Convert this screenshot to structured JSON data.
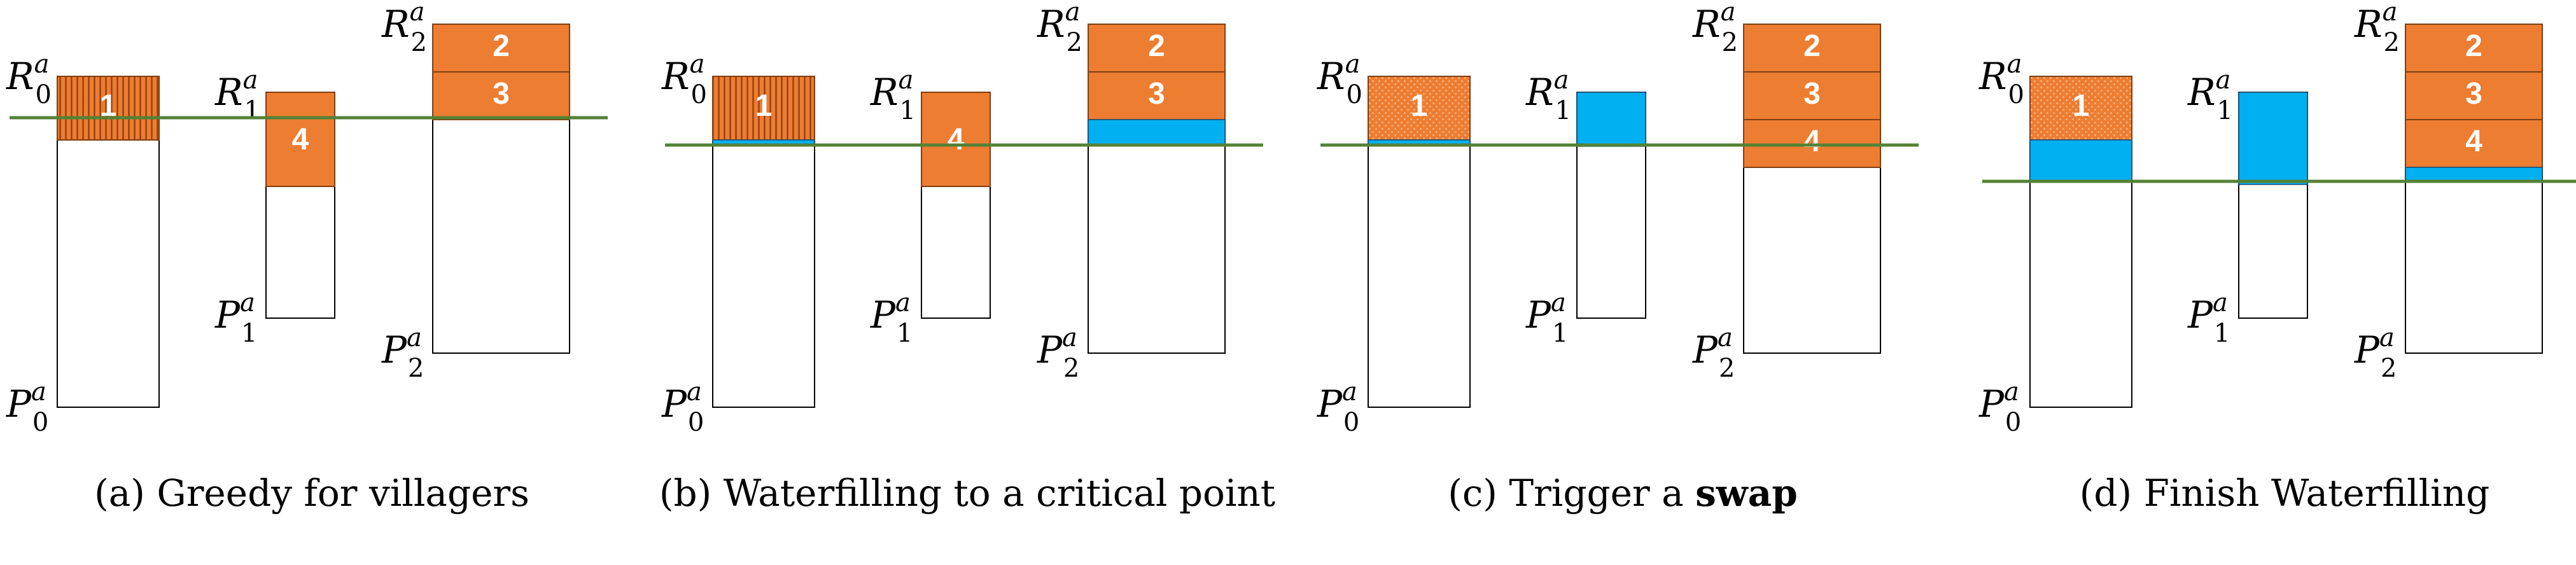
{
  "colors": {
    "orange": "#ED7D31",
    "orange_edge": "#7F3F10",
    "hatch_dark": "#8B3A0E",
    "cyan": "#00B0F0",
    "green_line": "#548235",
    "outline": "#000000"
  },
  "panels": [
    {
      "caption_prefix": "(a) ",
      "caption_text": "Greedy for villagers",
      "caption_bold": "",
      "fill_fraction": [
        0.0,
        0.0,
        0.0
      ],
      "blocks": [
        [
          {
            "label": "1",
            "pattern": "vertical-hatch"
          }
        ],
        [
          {
            "label": "4",
            "pattern": "solid",
            "offset": 1
          }
        ],
        [
          {
            "label": "2",
            "pattern": "solid"
          },
          {
            "label": "3",
            "pattern": "solid"
          }
        ]
      ]
    },
    {
      "caption_prefix": "(b) ",
      "caption_text": "Waterfilling to a critical point",
      "caption_bold": "",
      "fill_fraction": [
        0.12,
        0.0,
        0.58
      ],
      "blocks": [
        [
          {
            "label": "1",
            "pattern": "vertical-hatch"
          }
        ],
        [
          {
            "label": "4",
            "pattern": "solid",
            "offset": 1
          }
        ],
        [
          {
            "label": "2",
            "pattern": "solid"
          },
          {
            "label": "3",
            "pattern": "solid"
          }
        ]
      ]
    },
    {
      "caption_prefix": "(c) ",
      "caption_text": "Trigger a ",
      "caption_bold": "swap",
      "fill_fraction": [
        0.12,
        1.0,
        0.0
      ],
      "blocks": [
        [
          {
            "label": "1",
            "pattern": "dotted"
          }
        ],
        [],
        [
          {
            "label": "2",
            "pattern": "solid"
          },
          {
            "label": "3",
            "pattern": "solid"
          },
          {
            "label": "4",
            "pattern": "solid"
          }
        ]
      ]
    },
    {
      "caption_prefix": "(d) ",
      "caption_text": "Finish Waterfilling",
      "caption_bold": "",
      "fill_fraction": [
        0.85,
        1.0,
        0.32
      ],
      "blocks": [
        [
          {
            "label": "1",
            "pattern": "dotted"
          }
        ],
        [],
        [
          {
            "label": "2",
            "pattern": "solid"
          },
          {
            "label": "3",
            "pattern": "solid"
          },
          {
            "label": "4",
            "pattern": "solid"
          }
        ]
      ]
    }
  ],
  "labels": {
    "r": "R",
    "p": "P",
    "sup": "a",
    "subs": [
      "0",
      "1",
      "2"
    ]
  }
}
